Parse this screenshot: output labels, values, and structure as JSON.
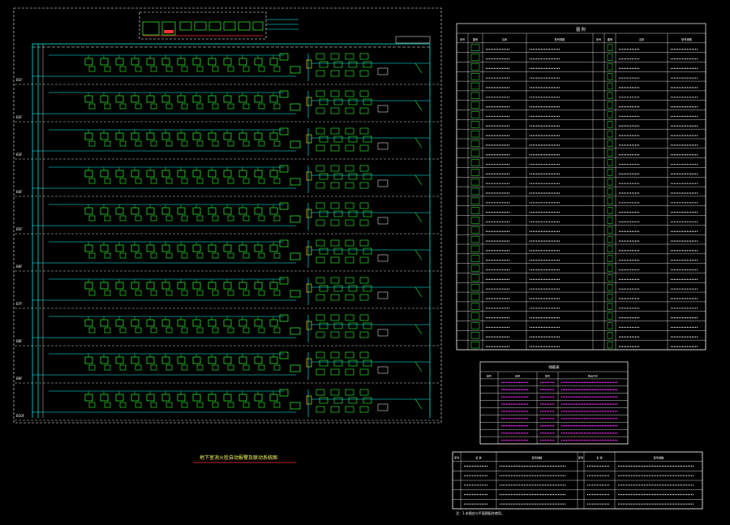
{
  "drawing": {
    "title": "地下室消火栓自动报警及联动系统图",
    "colors": {
      "background": "#000000",
      "border": "#ffffff",
      "device": "#33ff33",
      "bus": "#00ffff",
      "note": "#ff33ff",
      "title": "#ffff66",
      "underline": "#ff3333",
      "yellow": "#ffff00"
    }
  },
  "floors": [
    {
      "label": "B1F"
    },
    {
      "label": "B2F"
    },
    {
      "label": "B3F"
    },
    {
      "label": "B4F"
    },
    {
      "label": "B5F"
    },
    {
      "label": "B6F"
    },
    {
      "label": "B7F"
    },
    {
      "label": "B8F"
    },
    {
      "label": "B9F"
    },
    {
      "label": "B10F"
    }
  ],
  "legend_table": {
    "header": "图  例",
    "col_headers": [
      "序号",
      "图例",
      "名称",
      "型号规格",
      "序号",
      "图例",
      "名称",
      "型号规格"
    ],
    "row_count": 32
  },
  "cable_table": {
    "header": "线缆表",
    "col_headers": [
      "编号",
      "名称",
      "型号",
      "敷设方式"
    ],
    "row_count": 9
  },
  "notes_table": {
    "col_headers": [
      "序号",
      "名  称",
      "型号规格",
      "序号",
      "名  称",
      "型号规格"
    ],
    "row_count": 5,
    "footnote": "注：1.本图应与平面图配合使用。"
  }
}
